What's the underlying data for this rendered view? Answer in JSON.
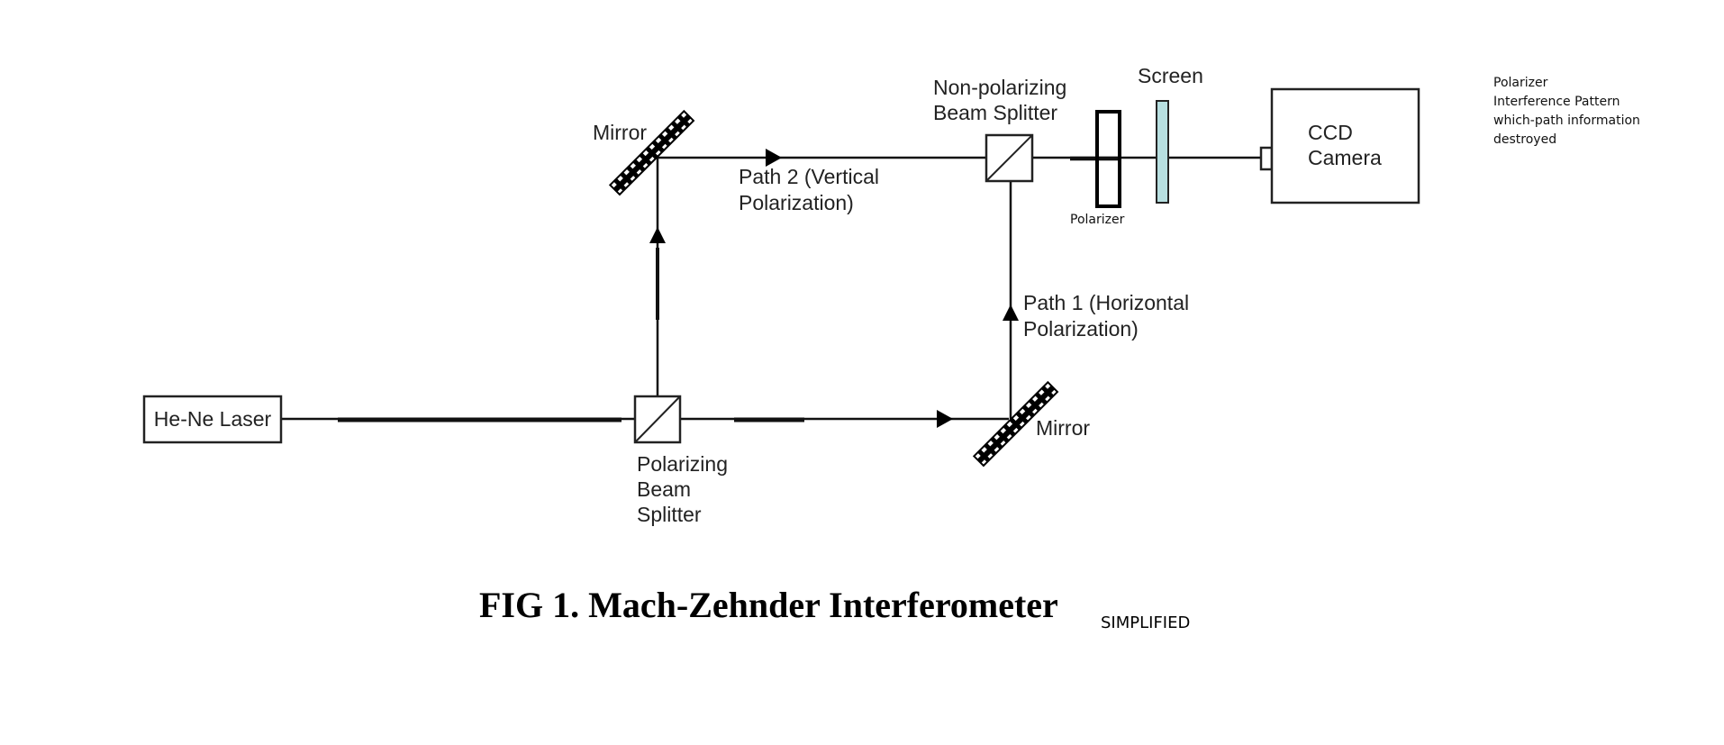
{
  "components": {
    "laser": "He-Ne Laser",
    "pbs": [
      "Polarizing",
      "Beam",
      "Splitter"
    ],
    "mirror_top": "Mirror",
    "mirror_bottom": "Mirror",
    "npbs": [
      "Non-polarizing",
      "Beam Splitter"
    ],
    "polarizer": "Polarizer",
    "screen": "Screen",
    "camera": [
      "CCD",
      "Camera"
    ]
  },
  "paths": {
    "path2": [
      "Path 2 (Vertical",
      "Polarization)"
    ],
    "path1": [
      "Path 1 (Horizontal",
      "Polarization)"
    ]
  },
  "notes": [
    "Polarizer",
    "Interference Pattern",
    "which-path information",
    "destroyed"
  ],
  "caption": {
    "title": "FIG 1.  Mach-Zehnder Interferometer",
    "suffix": "SIMPLIFIED"
  },
  "colors": {
    "screen_fill": "#b7dfe0"
  }
}
